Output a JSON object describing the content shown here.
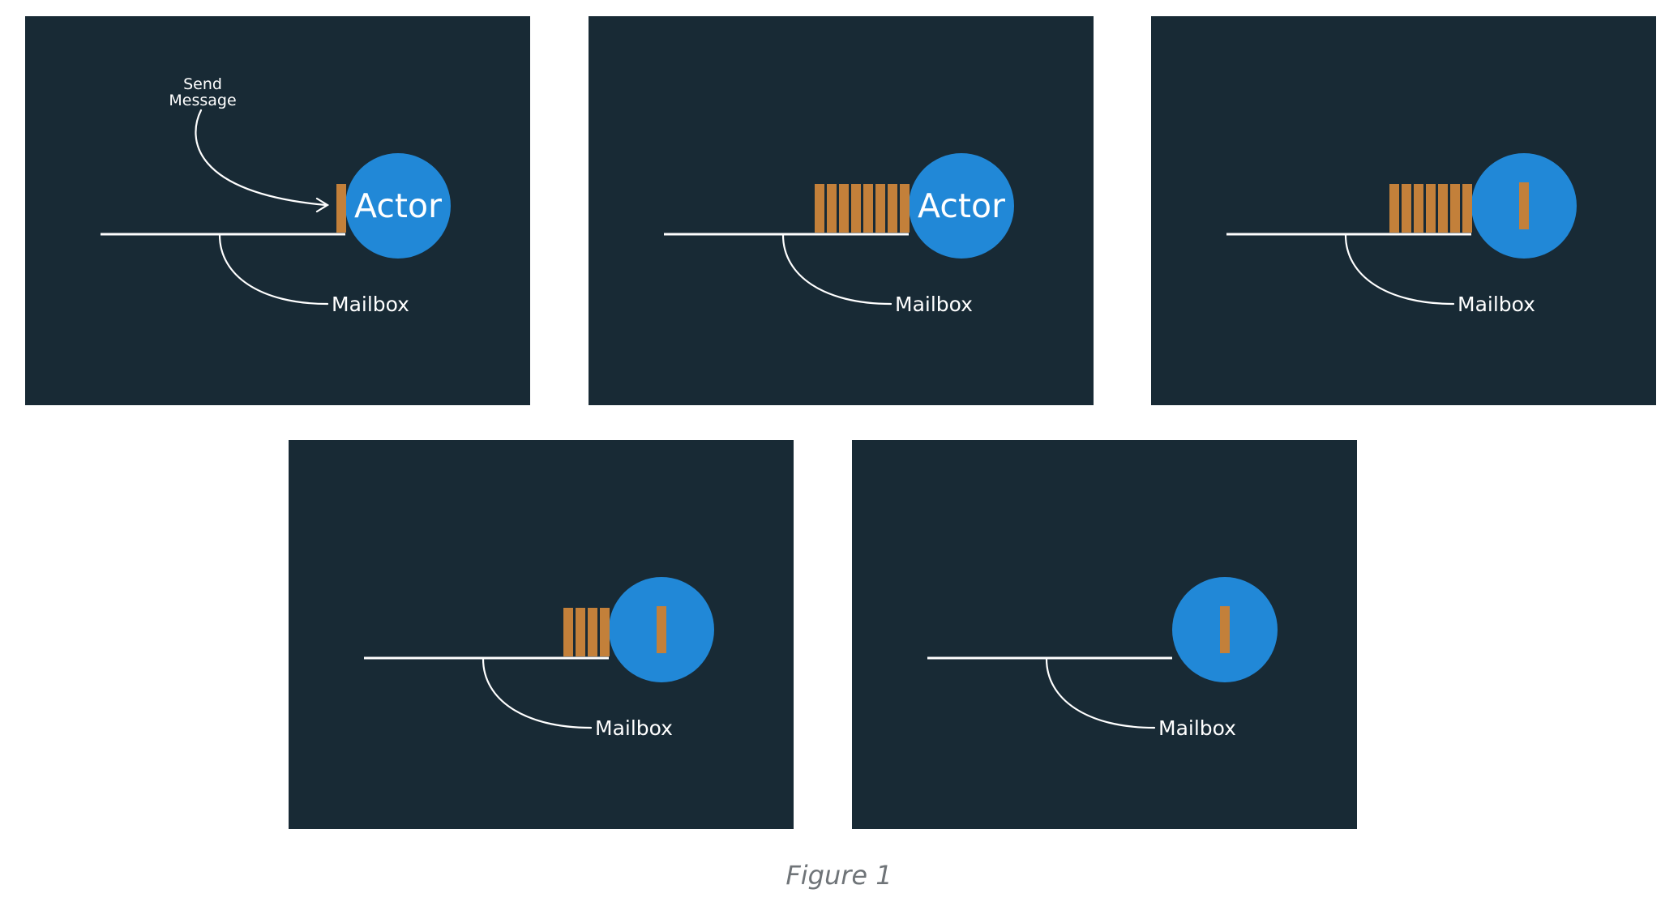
{
  "colors": {
    "panel_bg": "#182a35",
    "actor_fill": "#2188d7",
    "message_fill": "#c3803a",
    "line": "#ffffff",
    "caption": "#6f7478"
  },
  "labels": {
    "send_message_line1": "Send",
    "send_message_line2": "Message",
    "actor": "Actor",
    "mailbox": "Mailbox"
  },
  "panels": [
    {
      "id": "panel-1",
      "queued_messages": 1,
      "actor_label": true,
      "processing_message": false,
      "send_message_callout": true
    },
    {
      "id": "panel-2",
      "queued_messages": 8,
      "actor_label": true,
      "processing_message": false,
      "send_message_callout": false
    },
    {
      "id": "panel-3",
      "queued_messages": 7,
      "actor_label": false,
      "processing_message": true,
      "send_message_callout": false
    },
    {
      "id": "panel-4",
      "queued_messages": 4,
      "actor_label": false,
      "processing_message": true,
      "send_message_callout": false
    },
    {
      "id": "panel-5",
      "queued_messages": 0,
      "actor_label": false,
      "processing_message": true,
      "send_message_callout": false
    }
  ],
  "caption": "Figure 1"
}
